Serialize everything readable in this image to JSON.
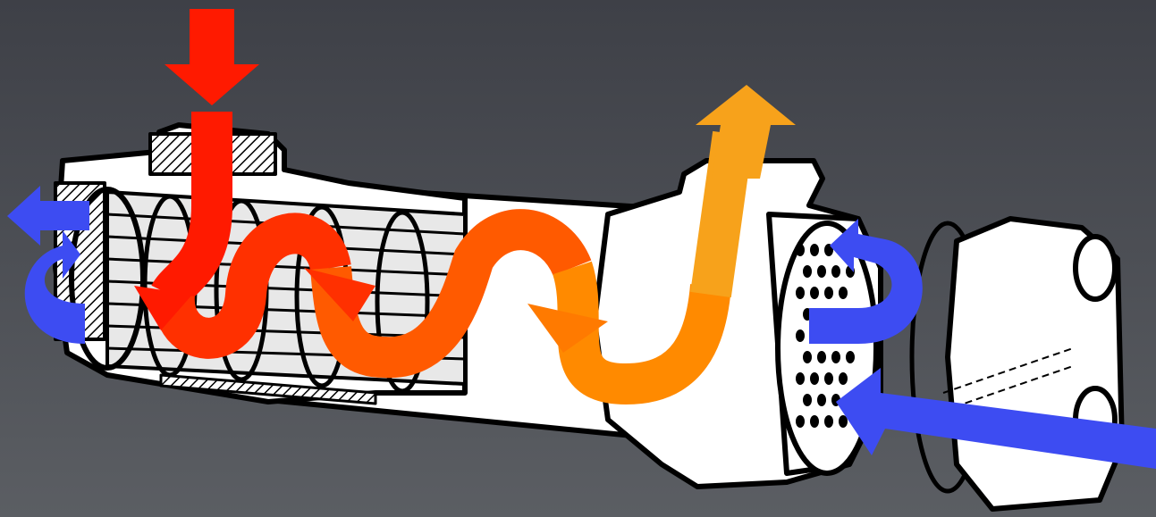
{
  "diagram": {
    "type": "shell-and-tube heat exchanger cutaway",
    "background": {
      "top": "#3e4047",
      "bottom": "#5b5e63"
    },
    "colors": {
      "body": "#ffffff",
      "outline": "#000000",
      "shading": "#9a9a9a",
      "hot_inlet": "#ff1a00",
      "hot_mid": "#ff4a00",
      "warm": "#ff7a00",
      "warm_outlet": "#f7a21b",
      "coolant": "#3d4cf2"
    },
    "flows": [
      {
        "id": "hot-fluid-inlet",
        "color_key": "hot_inlet",
        "direction": "down",
        "icon": "arrow-down-icon"
      },
      {
        "id": "shell-side-serpentine",
        "color_key": "hot_mid",
        "direction": "right",
        "icon": "s-curve-arrow-icon"
      },
      {
        "id": "hot-fluid-outlet",
        "color_key": "warm_outlet",
        "direction": "up",
        "icon": "arrow-up-icon"
      },
      {
        "id": "coolant-inlet",
        "color_key": "coolant",
        "direction": "left",
        "icon": "arrow-left-icon"
      },
      {
        "id": "coolant-return",
        "color_key": "coolant",
        "direction": "u-turn",
        "icon": "u-turn-arrow-icon"
      },
      {
        "id": "coolant-outlet",
        "color_key": "coolant",
        "direction": "left",
        "icon": "arrow-left-icon"
      }
    ]
  }
}
